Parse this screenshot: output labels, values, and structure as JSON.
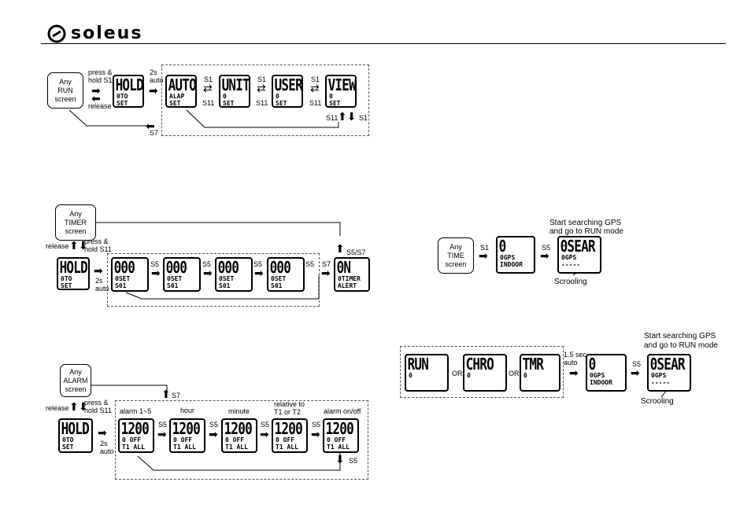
{
  "brand": {
    "name": "soleus"
  },
  "d1": {
    "start_box": "Any\nRUN\nscreen",
    "press_hold": "press &\nhold S11",
    "release": "release",
    "auto_2s": "2s\nauto",
    "screens": [
      {
        "l1": "HOLD",
        "l2": "0TO",
        "l3": "SET"
      },
      {
        "l1": "AUTO",
        "l2": "ALAP",
        "l3": "SET"
      },
      {
        "l1": "UNIT",
        "l2": "0",
        "l3": "SET"
      },
      {
        "l1": "USER",
        "l2": "0",
        "l3": "SET"
      },
      {
        "l1": "VIEW",
        "l2": "0",
        "l3": "SET"
      }
    ],
    "s1a": "S1",
    "s11a": "S11",
    "s1b": "S1",
    "s11b": "S11",
    "s1c": "S1",
    "s11c": "S11",
    "s11d": "S11",
    "s1d": "S1",
    "s7": "S7"
  },
  "d2": {
    "start_box": "Any\nTIMER\nscreen",
    "release": "release",
    "press_hold": "press &\nhold S11",
    "auto_2s": "2s\nauto",
    "screens": [
      {
        "l1": "HOLD",
        "l2": "0TO",
        "l3": "SET"
      },
      {
        "l1": "000",
        "l2": "0SET",
        "l3": "S01"
      },
      {
        "l1": "000",
        "l2": "0SET",
        "l3": "S01"
      },
      {
        "l1": "000",
        "l2": "0SET",
        "l3": "S01"
      },
      {
        "l1": "000",
        "l2": "0SET",
        "l3": "S01"
      },
      {
        "l1": "0N",
        "l2": "0TIMER",
        "l3": "ALERT"
      }
    ],
    "s5a": "S5",
    "s5b": "S5",
    "s5c": "S5",
    "s5d": "S5",
    "s7": "S7",
    "s5s7": "S5/S7"
  },
  "d3": {
    "start_box": "Any\nALARM\nscreen",
    "release": "release",
    "press_hold": "press &\nhold S11",
    "auto_2s": "2s\nauto",
    "s7": "S7",
    "captions": [
      "alarm 1~5",
      "hour",
      "minute",
      "relative to\nT1 or T2",
      "alarm on/off"
    ],
    "screens": [
      {
        "l1": "HOLD",
        "l2": "0TO",
        "l3": "SET"
      },
      {
        "l1": "1200",
        "l2": "0 OFF",
        "l3": "T1 ALL"
      },
      {
        "l1": "1200",
        "l2": "0 OFF",
        "l3": "T1 ALL"
      },
      {
        "l1": "1200",
        "l2": "0 OFF",
        "l3": "T1 ALL"
      },
      {
        "l1": "1200",
        "l2": "0 OFF",
        "l3": "T1 ALL"
      },
      {
        "l1": "1200",
        "l2": "0 OFF",
        "l3": "T1 ALL"
      }
    ],
    "s5a": "S5",
    "s5b": "S5",
    "s5c": "S5",
    "s5d": "S5",
    "s5e": "S5"
  },
  "d4": {
    "note": "Start searching GPS\nand go to RUN mode",
    "start_box": "Any\nTIME\nscreen",
    "s1": "S1",
    "s5": "S5",
    "screens": [
      {
        "l1": "0",
        "l2": "0GPS",
        "l3": "INDOOR"
      },
      {
        "l1": "0SEAR",
        "l2": "0GPS",
        "l3": "-----"
      }
    ],
    "scrolling": "Scrooling"
  },
  "d5": {
    "note": "Start searching GPS\nand go to RUN mode",
    "or1": "OR",
    "or2": "OR",
    "auto": "1.5 sec\nauto",
    "s5": "S5",
    "screens": [
      {
        "l1": "RUN",
        "l2": "0",
        "l3": ""
      },
      {
        "l1": "CHRO",
        "l2": "0",
        "l3": ""
      },
      {
        "l1": "TMR",
        "l2": "0",
        "l3": ""
      },
      {
        "l1": "0",
        "l2": "0GPS",
        "l3": "INDOOR"
      },
      {
        "l1": "0SEAR",
        "l2": "0GPS",
        "l3": "-----"
      }
    ],
    "scrolling": "Scrooling"
  }
}
